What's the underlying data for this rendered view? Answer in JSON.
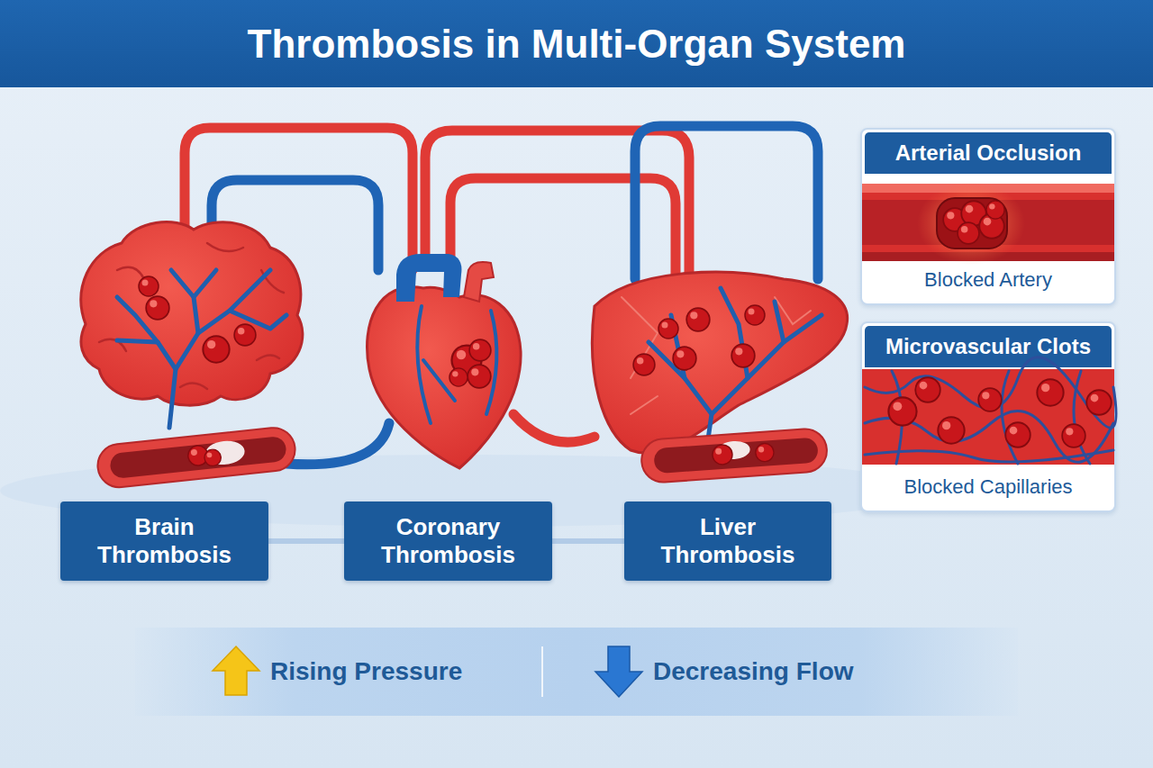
{
  "diagram": {
    "title": "Thrombosis in Multi-Organ System",
    "nodes": [
      {
        "text": [
          "Brain Thrombosis"
        ]
      },
      {
        "text": [
          "Coronary Thrombosis"
        ]
      },
      {
        "text": [
          "Liver Thrombosis"
        ]
      },
      {
        "text": [
          "Arterial Occlusion",
          "Blocked Artery"
        ]
      },
      {
        "text": [
          "Microvascular Clots",
          "Blocked Capillaries"
        ]
      },
      {
        "text": [
          "Rising Pressure",
          "Decreasing Flow"
        ]
      }
    ],
    "edges": [
      {
        "from": 0,
        "to": 1,
        "arrow": "none"
      },
      {
        "from": 1,
        "to": 2,
        "arrow": "none"
      }
    ]
  }
}
